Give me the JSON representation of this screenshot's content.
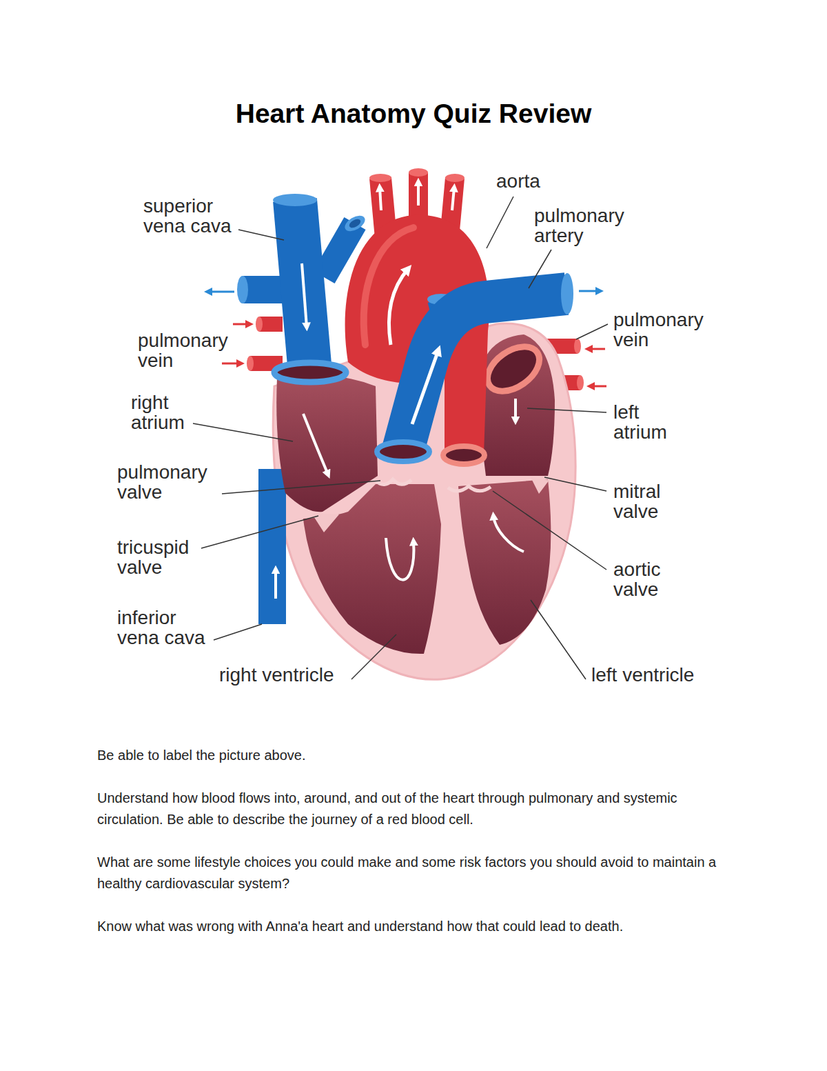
{
  "diagram": {
    "title": "Heart Anatomy Quiz Review",
    "labels": [
      "aorta",
      "superior vena cava",
      "pulmonary artery",
      "pulmonary vein",
      "pulmonary vein",
      "right atrium",
      "left atrium",
      "pulmonary valve",
      "mitral valve",
      "tricuspid valve",
      "aortic valve",
      "inferior vena cava",
      "right ventricle",
      "left ventricle",
      "Be able to label the picture above.",
      "Understand how blood flows into, around, and out of the heart through pulmonary and systemic circulation. Be able to describe the journey of a red blood cell.",
      "What are some lifestyle choices you could make and some risk factors you should avoid to maintain a healthy cardiovascular system?",
      "Know what was wrong with Anna'a heart and understand how that could lead to death."
    ]
  }
}
